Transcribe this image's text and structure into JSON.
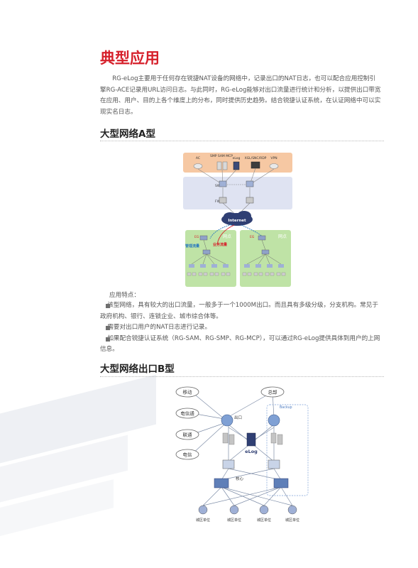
{
  "page": {
    "title": "典型应用",
    "intro": "RG-eLog主要用于任何存在锐捷NAT设备的网络中，记录出口的NAT日志，也可以配合应用控制引擎RG-ACE记录用URL访问日志。与此同时，RG-eLog能够对出口流量进行统计和分析，以提供出口带宽在应用、用户、目的上各个维度上的分布，同时提供历史趋势。结合锐捷认证系统，在认证网络中可以实现实名日志。"
  },
  "section_a": {
    "title": "大型网络A型",
    "diagram": {
      "top_labels": [
        "AC",
        "SMP SAM\nMCP",
        "eLog",
        "XGL/SNC/RDP",
        "VPN"
      ],
      "sw": "SW",
      "fw": "FW",
      "internet": "Internet",
      "branch_left": "网点",
      "branch_right": "网点",
      "eg_left": "EG",
      "eg_right": "EG",
      "mgmt_traffic": "管理流量",
      "biz_traffic": "业务流量"
    },
    "features_label": "应用特点：",
    "features": [
      "该型网络，具有较大的出口流量，一般多于一个1000M出口。而且具有多级分级，分支机构。常见于政府机构、银行、连锁企业、城市综合体等。",
      "需要对出口用户的NAT日志进行记录。",
      "如果配合锐捷认证系统（RG-SAM、RG-SMP、RG-MCP），可以通过RG-eLog提供具体到用户的上网信息。"
    ]
  },
  "section_b": {
    "title": "大型网络出口B型",
    "diagram": {
      "clouds_left": [
        "移动",
        "电信通",
        "联通",
        "电信"
      ],
      "cloud_hq": "总部",
      "exit": "出口",
      "backup": "Backup",
      "elog": "eLog",
      "core": "核心",
      "units": [
        "城区单位",
        "城区单位",
        "城区单位",
        "城区单位"
      ]
    }
  },
  "colors": {
    "accent": "#d6202b",
    "top_band": "#f6c8a3",
    "mid_band": "#dfe3f2",
    "branch_green": "#bfe3a6",
    "internet": "#2f3f73",
    "traffic_mgmt": "#2a7abf",
    "traffic_biz": "#d6202b"
  }
}
